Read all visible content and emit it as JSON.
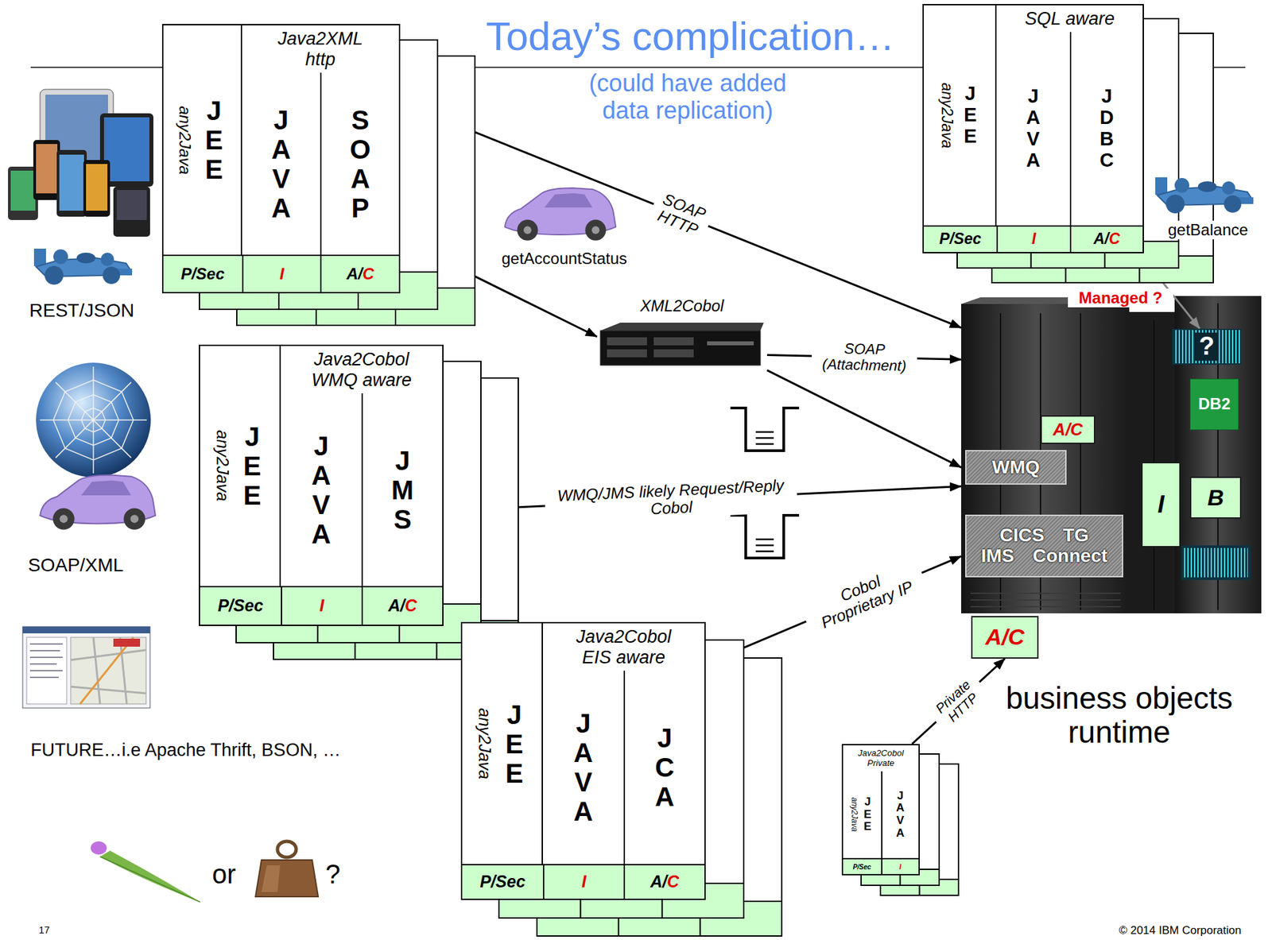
{
  "diagram": {
    "title": "Today’s complication…",
    "nodes": [
      {
        "text": [
          "Java2XML http"
        ]
      },
      {
        "text": [
          "any2Java",
          "JEE"
        ],
        "in": 0
      },
      {
        "text": [
          "JAVA"
        ],
        "in": 0
      },
      {
        "text": [
          "SOAP"
        ],
        "in": 0
      },
      {
        "text": [
          "P/Sec"
        ],
        "in": 0
      },
      {
        "text": [
          "I"
        ],
        "in": 0
      },
      {
        "text": [
          "A/C"
        ],
        "in": 0
      },
      {
        "text": [
          "SQL aware"
        ]
      },
      {
        "text": [
          "any2Java",
          "JEE"
        ],
        "in": 7
      },
      {
        "text": [
          "JAVA"
        ],
        "in": 7
      },
      {
        "text": [
          "JDBC"
        ],
        "in": 7
      },
      {
        "text": [
          "P/Sec"
        ],
        "in": 7
      },
      {
        "text": [
          "I"
        ],
        "in": 7
      },
      {
        "text": [
          "A/C"
        ],
        "in": 7
      },
      {
        "text": [
          "Java2Cobol WMQ aware"
        ]
      },
      {
        "text": [
          "any2Java",
          "JEE"
        ],
        "in": 14
      },
      {
        "text": [
          "JAVA"
        ],
        "in": 14
      },
      {
        "text": [
          "JMS"
        ],
        "in": 14
      },
      {
        "text": [
          "P/Sec"
        ],
        "in": 14
      },
      {
        "text": [
          "I"
        ],
        "in": 14
      },
      {
        "text": [
          "A/C"
        ],
        "in": 14
      },
      {
        "text": [
          "Java2Cobol EIS aware"
        ]
      },
      {
        "text": [
          "any2Java",
          "JEE"
        ],
        "in": 21
      },
      {
        "text": [
          "JAVA"
        ],
        "in": 21
      },
      {
        "text": [
          "JCA"
        ],
        "in": 21
      },
      {
        "text": [
          "P/Sec"
        ],
        "in": 21
      },
      {
        "text": [
          "I"
        ],
        "in": 21
      },
      {
        "text": [
          "A/C"
        ],
        "in": 21
      },
      {
        "text": [
          "Java2Cobol Private"
        ]
      },
      {
        "text": [
          "any2Java",
          "JEE"
        ],
        "in": 28
      },
      {
        "text": [
          "JAVA"
        ],
        "in": 28
      },
      {
        "text": [
          "P/Sec"
        ],
        "in": 28
      },
      {
        "text": [
          "I"
        ],
        "in": 28
      },
      {
        "text": [
          "XML2Cobol"
        ]
      },
      {
        "text": [
          "business objects runtime"
        ]
      },
      {
        "text": [
          "A/C"
        ],
        "in": 34
      },
      {
        "text": [
          "WMQ"
        ],
        "in": 34
      },
      {
        "text": [
          "CICS TG IMS Connect"
        ],
        "in": 34
      },
      {
        "text": [
          "I"
        ],
        "in": 34
      },
      {
        "text": [
          "B"
        ],
        "in": 34
      },
      {
        "text": [
          "DB2"
        ],
        "in": 34
      },
      {
        "text": [
          "?"
        ],
        "in": 34
      },
      {
        "text": [
          "A/C"
        ]
      }
    ],
    "edges": [
      {
        "from": 0,
        "to": 34,
        "label": "SOAP HTTP",
        "arrow": "to"
      },
      {
        "from": 0,
        "to": 33,
        "arrow": "to"
      },
      {
        "from": 33,
        "to": 34,
        "label": "SOAP (Attachment)",
        "arrow": "to"
      },
      {
        "from": 33,
        "to": 34,
        "arrow": "to"
      },
      {
        "from": 14,
        "to": 34,
        "label": "WMQ/JMS likely Request/Reply Cobol",
        "arrow": "to"
      },
      {
        "from": 21,
        "to": 34,
        "label": "Cobol Proprietary IP",
        "arrow": "to"
      },
      {
        "from": 28,
        "to": 42,
        "label": "Private HTTP",
        "arrow": "to"
      },
      {
        "from": 7,
        "to": 41,
        "label": "Managed ?",
        "arrow": "to"
      }
    ],
    "labels": [
      "(could have added data replication)",
      "getAccountStatus",
      "getBalance",
      "REST/JSON",
      "SOAP/XML",
      "FUTURE…i.e Apache Thrift, BSON, …",
      "or",
      "?",
      "17",
      "© 2014 IBM Corporation"
    ]
  }
}
